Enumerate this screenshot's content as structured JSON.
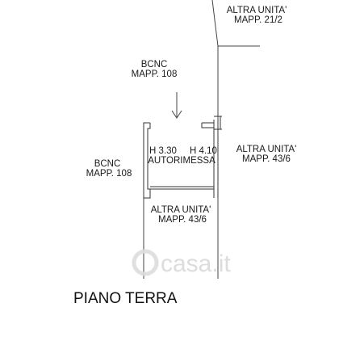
{
  "labels": {
    "top_right_line1": "ALTRA UNITA'",
    "top_right_line2": "MAPP. 21/2",
    "top_center_line1": "BCNC",
    "top_center_line2": "MAPP. 108",
    "left_line1": "BCNC",
    "left_line2": "MAPP. 108",
    "room_height_left": "H 3.30",
    "room_height_right": "H 4.10",
    "room_name": "AUTORIMESSA",
    "right_line1": "ALTRA UNITA'",
    "right_line2": "MAPP. 43/6",
    "bottom_line1": "ALTRA UNITA'",
    "bottom_line2": "MAPP. 43/6"
  },
  "title": "PIANO TERRA",
  "watermark": "casa.it",
  "colors": {
    "line": "#333333",
    "text": "#1a1a1a",
    "watermark": "#d9d9d9"
  }
}
